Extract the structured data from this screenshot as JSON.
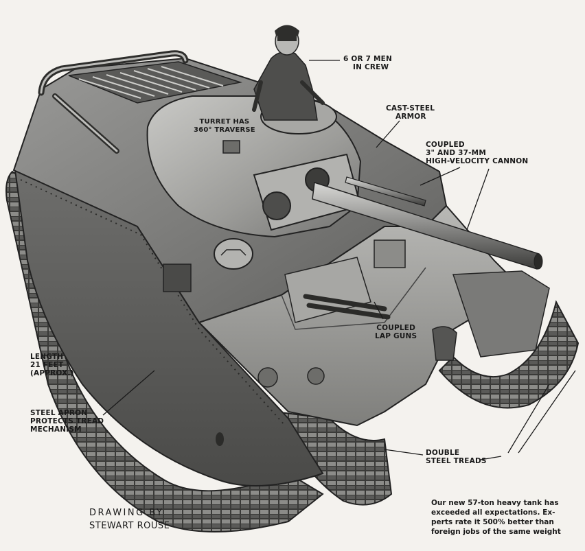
{
  "labels": {
    "crew": [
      "6 OR 7 MEN",
      "IN CREW"
    ],
    "armor": [
      "CAST-STEEL",
      "ARMOR"
    ],
    "cannon": [
      "COUPLED",
      "3\" AND 37-MM",
      "HIGH-VELOCITY CANNON"
    ],
    "turret": [
      "TURRET HAS",
      "360° TRAVERSE"
    ],
    "lap_guns": [
      "COUPLED",
      "LAP GUNS"
    ],
    "length": [
      "LENGTH",
      "21 FEET",
      "(APPROX.)"
    ],
    "apron": [
      "STEEL APRON",
      "PROTECTS TREAD",
      "MECHANISM"
    ],
    "treads": [
      "DOUBLE",
      "STEEL TREADS"
    ]
  },
  "credit": [
    "DRAWING BY",
    "STEWART ROUSE"
  ],
  "caption": [
    "Our new 57-ton heavy tank has",
    "exceeded all expectations. Ex-",
    "perts rate it 500% better than",
    "foreign jobs of the same weight"
  ]
}
